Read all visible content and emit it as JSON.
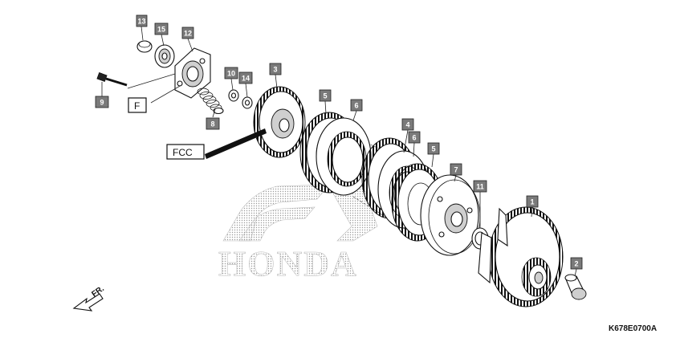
{
  "diagram": {
    "drawing_code": "K678E0700A",
    "direction_label": "FR.",
    "reference_labels": {
      "f": "F",
      "fcc": "FCC"
    },
    "watermark": "HONDA",
    "callouts": [
      {
        "id": "c1",
        "text": "1"
      },
      {
        "id": "c2",
        "text": "2"
      },
      {
        "id": "c3",
        "text": "3"
      },
      {
        "id": "c4",
        "text": "4"
      },
      {
        "id": "c5a",
        "text": "5"
      },
      {
        "id": "c5b",
        "text": "5"
      },
      {
        "id": "c6a",
        "text": "6"
      },
      {
        "id": "c6b",
        "text": "6"
      },
      {
        "id": "c7",
        "text": "7"
      },
      {
        "id": "c8",
        "text": "8"
      },
      {
        "id": "c9",
        "text": "9"
      },
      {
        "id": "c10",
        "text": "10"
      },
      {
        "id": "c11",
        "text": "11"
      },
      {
        "id": "c12",
        "text": "12"
      },
      {
        "id": "c13",
        "text": "13"
      },
      {
        "id": "c14",
        "text": "14"
      },
      {
        "id": "c15",
        "text": "15"
      }
    ]
  }
}
